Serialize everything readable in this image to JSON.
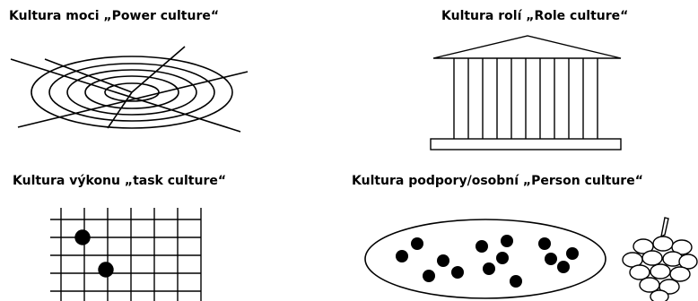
{
  "titles": {
    "power": "Kultura moci „Power culture“",
    "role": "Kultura rolí „Role culture“",
    "task": "Kultura výkonu „task culture“",
    "person": "Kultura podpory/osobní „Person culture“"
  },
  "colors": {
    "ink": "#000000",
    "background": "#ffffff"
  },
  "figures": {
    "power": {
      "shape": "concentric-ellipses-web",
      "rings": 5,
      "spokes": 5
    },
    "role": {
      "shape": "greek-temple",
      "columns": 11
    },
    "task": {
      "shape": "grid-net",
      "filled_dots": 2
    },
    "person": {
      "shape": "ellipse-with-dots-and-grape-cluster",
      "dots": 14
    }
  }
}
